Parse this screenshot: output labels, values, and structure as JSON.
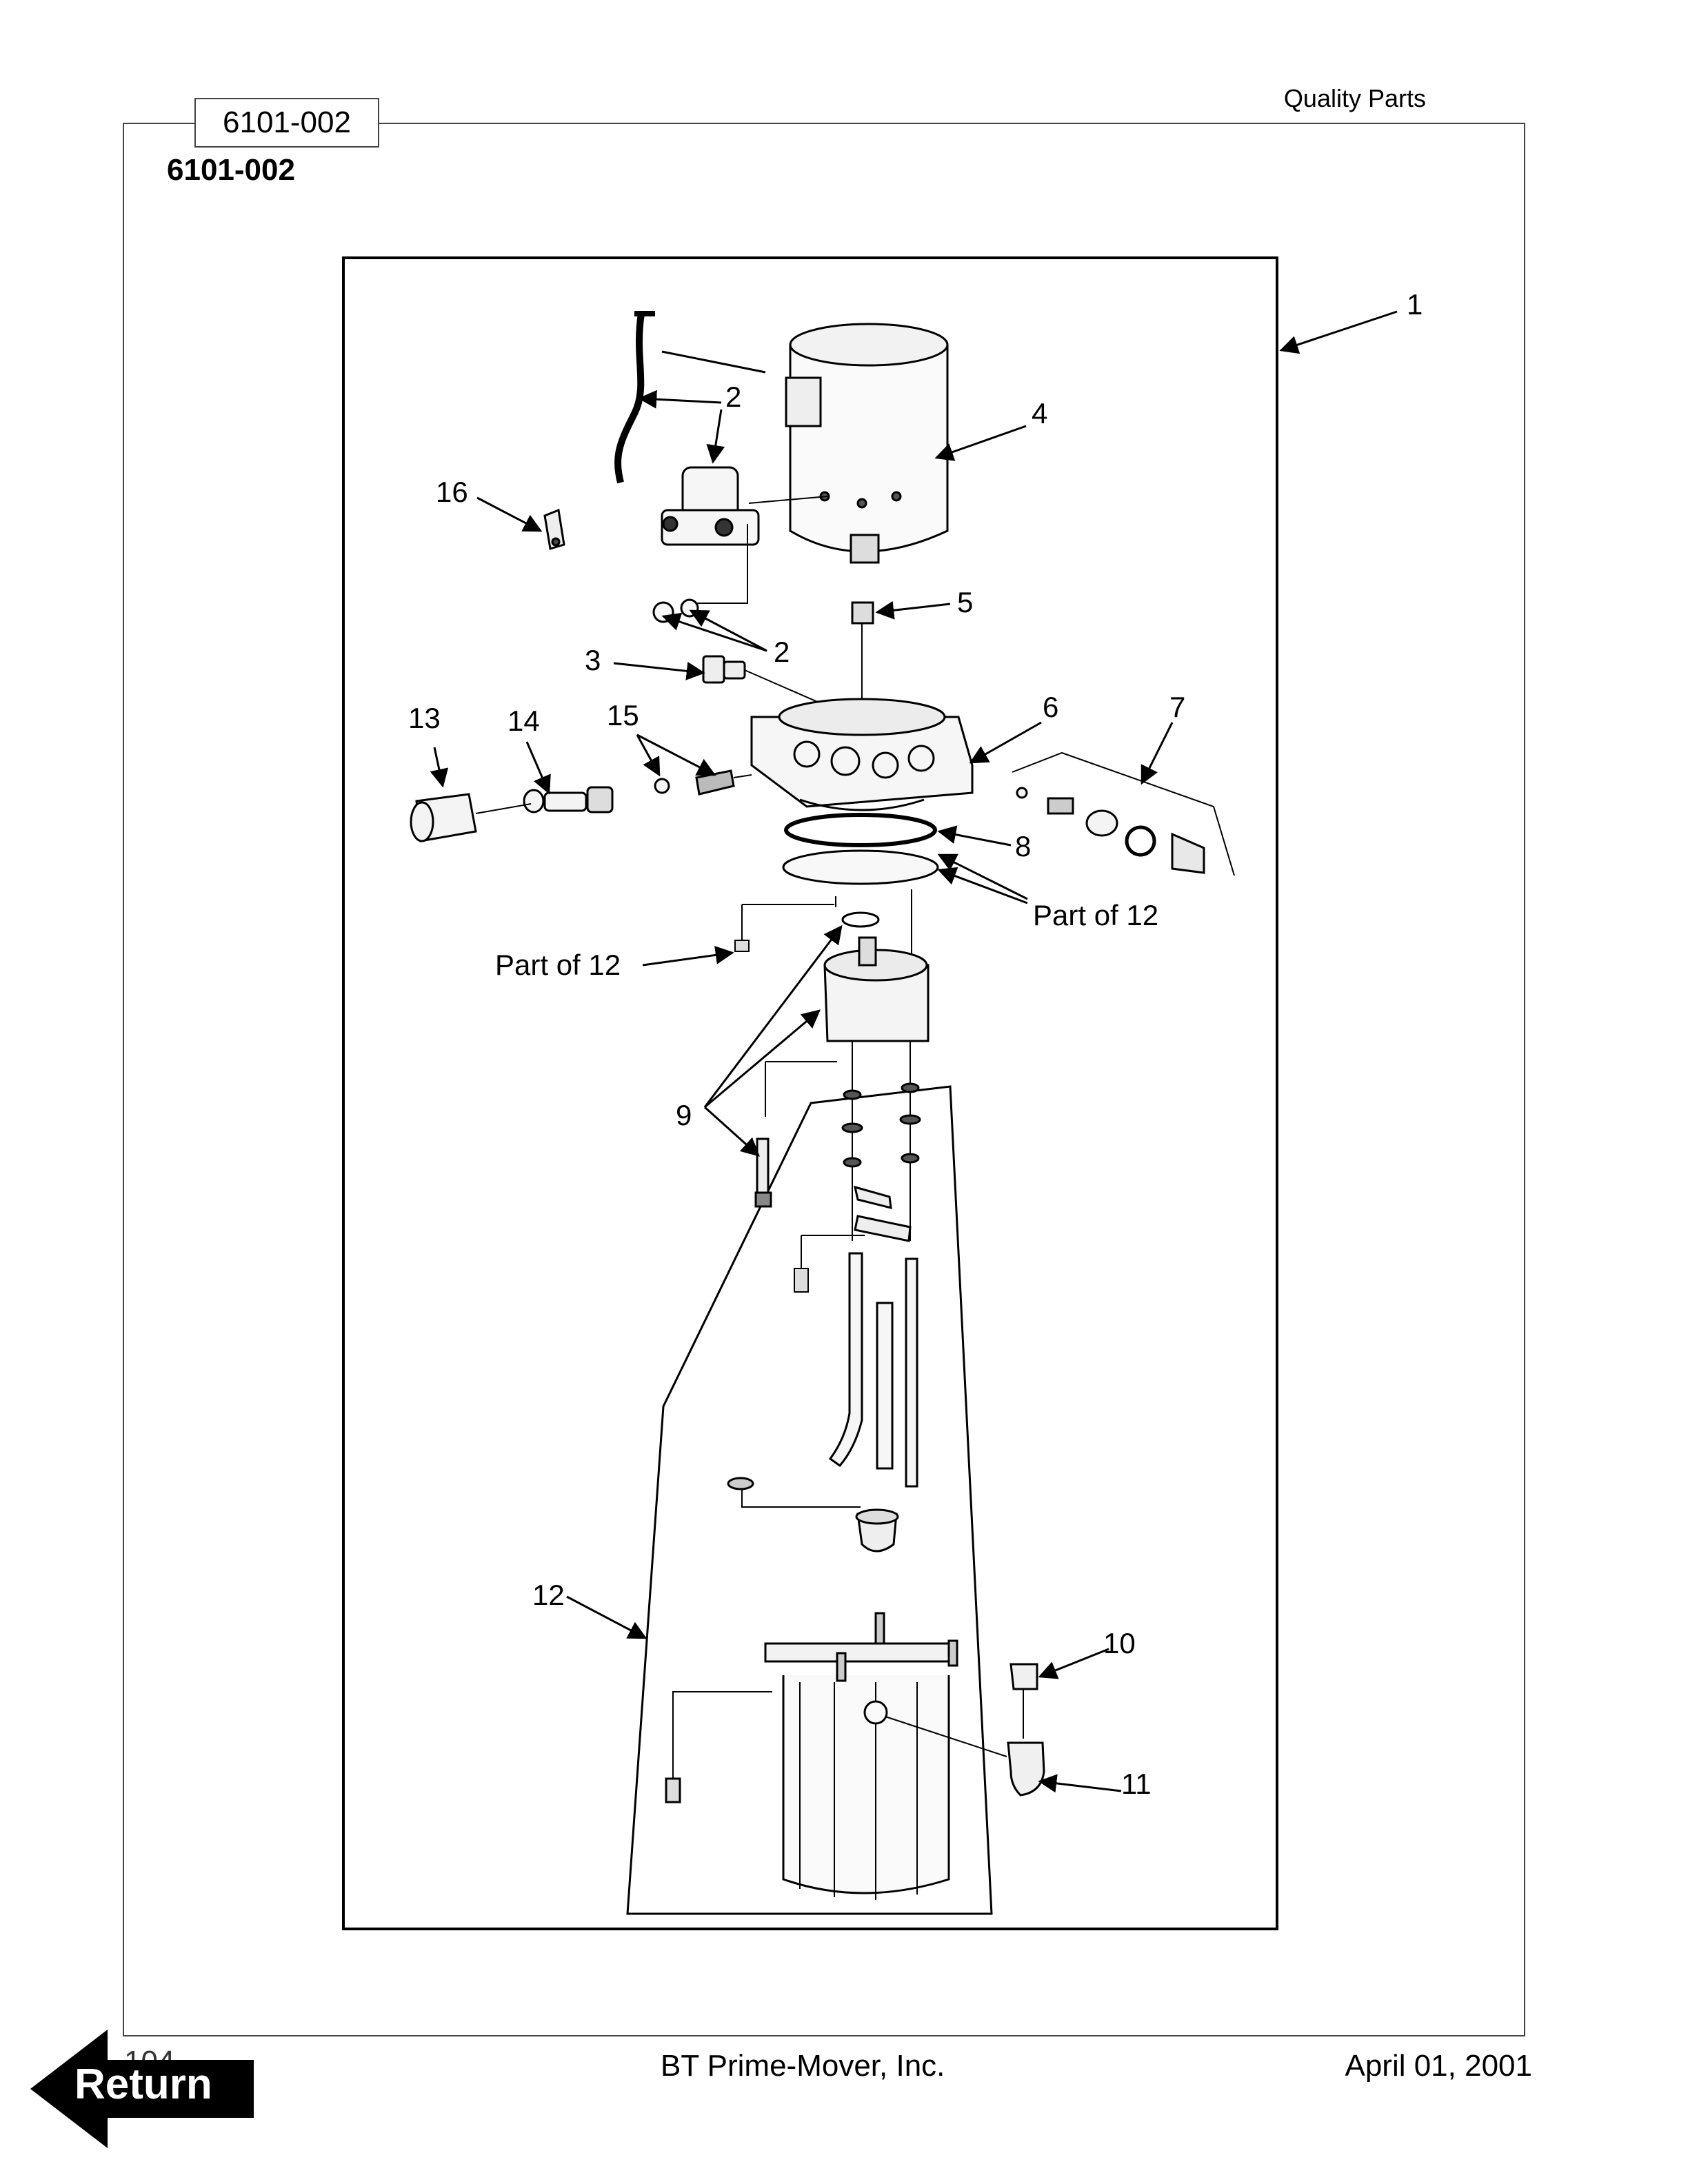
{
  "header": {
    "right_text": "Quality Parts",
    "tab_label": "6101-002",
    "subtitle": "6101-002"
  },
  "figure": {
    "callouts": {
      "c1": "1",
      "c2a": "2",
      "c2b": "2",
      "c3": "3",
      "c4": "4",
      "c5": "5",
      "c6": "6",
      "c7": "7",
      "c8": "8",
      "c9": "9",
      "c10": "10",
      "c11": "11",
      "c12": "12",
      "c13": "13",
      "c14": "14",
      "c15": "15",
      "c16": "16",
      "part_of_12_right": "Part of 12",
      "part_of_12_left": "Part of 12"
    }
  },
  "footer": {
    "page_number": "104",
    "company": "BT Prime-Mover, Inc.",
    "date": "April 01, 2001"
  },
  "nav": {
    "return_label": "Return"
  }
}
